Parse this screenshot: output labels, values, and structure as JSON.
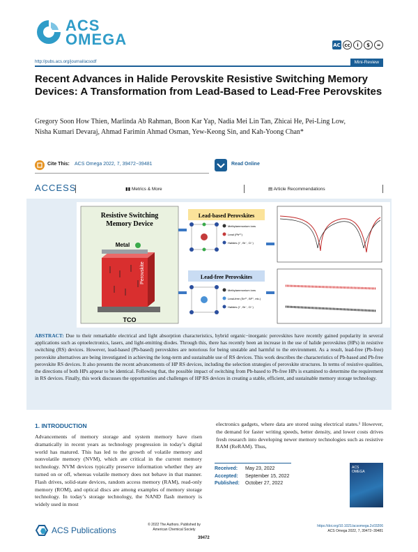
{
  "header": {
    "logo_line1": "ACS",
    "logo_line2": "OMEGA",
    "journal_url": "http://pubs.acs.org/journal/acsodf",
    "article_type": "Mini-Review",
    "license_icons": [
      "AC",
      "cc",
      "i",
      "$",
      "="
    ]
  },
  "article": {
    "title": "Recent Advances in Halide Perovskite Resistive Switching Memory Devices: A Transformation from Lead-Based to Lead-Free Perovskites",
    "authors": "Gregory Soon How Thien, Marlinda Ab Rahman, Boon Kar Yap, Nadia Mei Lin Tan, Zhicai He, Pei-Ling Low, Nisha Kumari Devaraj, Ahmad Farimin Ahmad Osman, Yew-Keong Sin, and Kah-Yoong Chan*"
  },
  "cite": {
    "label": "Cite This:",
    "text": "ACS Omega 2022, 7, 39472−39481",
    "read_online": "Read Online"
  },
  "access": {
    "label": "ACCESS",
    "metrics": "Metrics & More",
    "recommendations": "Article Recommendations"
  },
  "toc": {
    "device_title_1": "Resistive Switching",
    "device_title_2": "Memory Device",
    "metal": "Metal",
    "perovskite": "Perovskite",
    "tco": "TCO",
    "lead_based": "Lead-based Perovskites",
    "lead_free": "Lead-free Perovskites",
    "legend_top": [
      "Methylammonium ions",
      "Lead (Pb²⁺)",
      "Halides (I⁻, Br⁻, Cl⁻)"
    ],
    "legend_bottom": [
      "Methylammonium ions",
      "Lead-free (Sn²⁺, Bi³⁺, etc.)",
      "Halides (I⁻, Br⁻, Cl⁻)"
    ]
  },
  "abstract": {
    "label": "ABSTRACT:",
    "text": "Due to their remarkable electrical and light absorption characteristics, hybrid organic−inorganic perovskites have recently gained popularity in several applications such as optoelectronics, lasers, and light-emitting diodes. Through this, there has recently been an increase in the use of halide perovskites (HPs) in resistive switching (RS) devices. However, lead-based (Pb-based) perovskites are notorious for being unstable and harmful to the environment. As a result, lead-free (Pb-free) perovskite alternatives are being investigated in achieving the long-term and sustainable use of RS devices. This work describes the characteristics of Pb-based and Pb-free perovskite RS devices. It also presents the recent advancements of HP RS devices, including the selection strategies of perovskite structures. In terms of resistive qualities, the directions of both HPs appear to be identical. Following that, the possible impact of switching from Pb-based to Pb-free HPs is examined to determine the requirement in RS devices. Finally, this work discusses the opportunities and challenges of HP RS devices in creating a stable, efficient, and sustainable memory storage technology."
  },
  "intro": {
    "heading": "1. INTRODUCTION",
    "left_text": "Advancements of memory storage and system memory have risen dramatically in recent years as technology progression in today’s digital world has matured. This has led to the growth of volatile memory and nonvolatile memory (NVM), which are critical in the current memory technology. NVM devices typically preserve information whether they are turned on or off, whereas volatile memory does not behave in that manner. Flash drives, solid-state devices, random access memory (RAM), read-only memory (ROM), and optical discs are among examples of memory storage technology. In today’s storage technology, the NAND flash memory is widely used in most",
    "right_text": "electronics gadgets, where data are stored using electrical states.¹ However, the demand for faster writing speeds, better density, and lower costs drives fresh research into developing newer memory technologies such as resistive RAM (ReRAM). Thus,"
  },
  "dates": {
    "received_label": "Received:",
    "received": "May 23, 2022",
    "accepted_label": "Accepted:",
    "accepted": "September 15, 2022",
    "published_label": "Published:",
    "published": "October 27, 2022"
  },
  "footer": {
    "publisher": "ACS Publications",
    "copyright_1": "© 2022 The Authors. Published by",
    "copyright_2": "American Chemical Society",
    "page": "39472",
    "doi": "https://doi.org/10.1021/acsomega.2c03206",
    "citation": "ACS Omega 2022, 7, 39472−39481"
  }
}
